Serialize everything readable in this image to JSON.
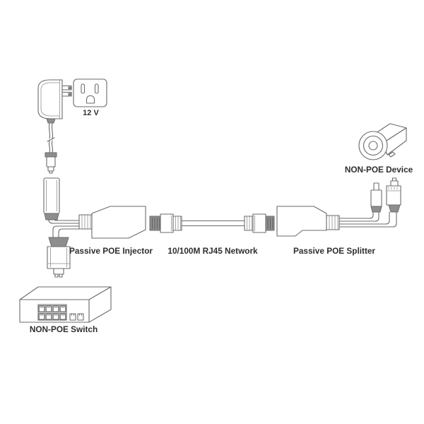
{
  "page": {
    "background": "#ffffff",
    "description": "Passive POE injector and splitter wiring diagram"
  },
  "colors": {
    "line": "#6b6b6b",
    "shade": "#8e8e8e",
    "text": "#2e2e2e",
    "background": "#ffffff"
  },
  "diagram": {
    "labels": {
      "outlet_voltage": "12 V",
      "injector": "Passive POE Injector",
      "network": "10/100M RJ45 Network",
      "splitter": "Passive POE Splitter",
      "device": "NON-POE Device",
      "switch": "NON-POE Switch"
    },
    "nodes": [
      {
        "id": "power-adapter",
        "icon": "power-adapter-icon",
        "label": ""
      },
      {
        "id": "wall-outlet",
        "icon": "wall-outlet-icon",
        "label": "12 V"
      },
      {
        "id": "poe-injector",
        "icon": "poe-injector-icon",
        "label": "Passive POE Injector"
      },
      {
        "id": "rj45-cable",
        "icon": "ethernet-cable-icon",
        "label": "10/100M RJ45 Network"
      },
      {
        "id": "poe-splitter",
        "icon": "poe-splitter-icon",
        "label": "Passive POE Splitter"
      },
      {
        "id": "camera",
        "icon": "camera-icon",
        "label": "NON-POE Device"
      },
      {
        "id": "network-switch",
        "icon": "network-switch-icon",
        "label": "NON-POE Switch"
      }
    ]
  }
}
